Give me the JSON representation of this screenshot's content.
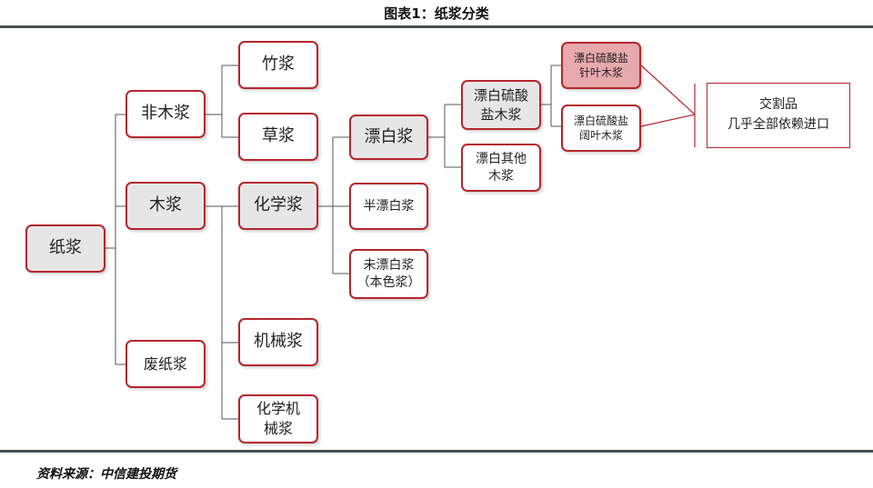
{
  "title": "图表1：纸浆分类",
  "source": "资料来源：中信建投期货",
  "nodes": {
    "pulp": "纸浆",
    "non_wood": "非木浆",
    "wood": "木浆",
    "waste_paper": "废纸浆",
    "bamboo": "竹浆",
    "straw": "草浆",
    "chemical": "化学浆",
    "mechanical": "机械浆",
    "chemi_mechanical": "化学机\n械浆",
    "bleached": "漂白浆",
    "semi_bleached": "半漂白浆",
    "unbleached": "未漂白浆\n（本色浆）",
    "bleached_sulfate_wood": "漂白硫酸\n盐木浆",
    "bleached_other_wood": "漂白其他\n木浆",
    "bleached_sulfate_softwood": "漂白硫酸盐\n针叶木浆",
    "bleached_sulfate_hardwood": "漂白硫酸盐\n阔叶木浆"
  },
  "note": "交割品\n几乎全部依赖进口",
  "colors": {
    "border": "#b5262c",
    "grey_fill": "#e6e6e6",
    "pink_fill": "#e8a9ad",
    "rule": "#4a4f56"
  }
}
